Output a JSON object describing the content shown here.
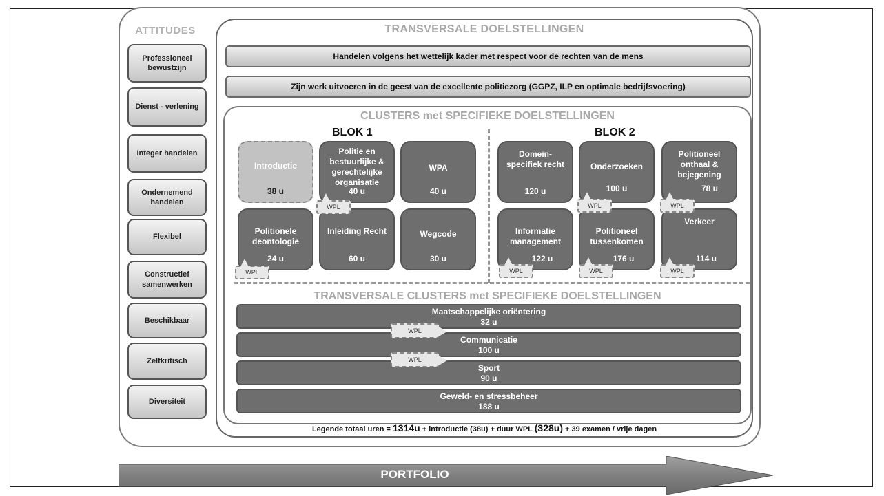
{
  "attitudes": {
    "title": "ATTITUDES",
    "items": [
      "Professioneel bewustzijn",
      "Dienst - verlening",
      "Integer handelen",
      "Ondernemend handelen",
      "Flexibel",
      "Constructief samenwerken",
      "Beschikbaar",
      "Zelfkritisch",
      "Diversiteit"
    ]
  },
  "transversal": {
    "title": "TRANSVERSALE DOELSTELLINGEN",
    "goals": [
      "Handelen volgens het wettelijk kader met respect voor de rechten van de mens",
      "Zijn werk uitvoeren in de geest van de excellente politiezorg (GGPZ, ILP en optimale bedrijfsvoering)"
    ]
  },
  "clusters": {
    "title": "CLUSTERS met SPECIFIEKE DOELSTELLINGEN",
    "blok1": "BLOK 1",
    "blok2": "BLOK 2",
    "modules": [
      {
        "name": "Introductie",
        "hours": "38 u"
      },
      {
        "name": "Politie en bestuurlijke & gerechtelijke organisatie",
        "hours": "40 u"
      },
      {
        "name": "WPA",
        "hours": "40 u"
      },
      {
        "name": "Politionele deontologie",
        "hours": "24 u"
      },
      {
        "name": "Inleiding Recht",
        "hours": "60 u"
      },
      {
        "name": "Wegcode",
        "hours": "30 u"
      },
      {
        "name": "Domein-specifiek recht",
        "hours": "120 u"
      },
      {
        "name": "Onderzoeken",
        "hours": "100 u"
      },
      {
        "name": "Politioneel onthaal & bejegening",
        "hours": "78 u"
      },
      {
        "name": "Informatie management",
        "hours": "122 u"
      },
      {
        "name": "Politioneel tussenkomen",
        "hours": "176 u"
      },
      {
        "name": "Verkeer",
        "hours": "114 u"
      }
    ],
    "wpl": "WPL"
  },
  "transversal_clusters": {
    "title": "TRANSVERSALE CLUSTERS met SPECIFIEKE DOELSTELLINGEN",
    "bars": [
      {
        "name": "Maatschappelijke oriëntering",
        "hours": "32 u"
      },
      {
        "name": "Communicatie",
        "hours": "100 u"
      },
      {
        "name": "Sport",
        "hours": "90 u"
      },
      {
        "name": "Geweld- en stressbeheer",
        "hours": "188 u"
      }
    ]
  },
  "legend": {
    "prefix": "Legende totaal uren =",
    "total": "1314u",
    "part2": "+ introductie (38u) + duur WPL",
    "wpl_total": "(328u)",
    "part3": "+ 39 examen / vrije dagen"
  },
  "portfolio": "PORTFOLIO"
}
